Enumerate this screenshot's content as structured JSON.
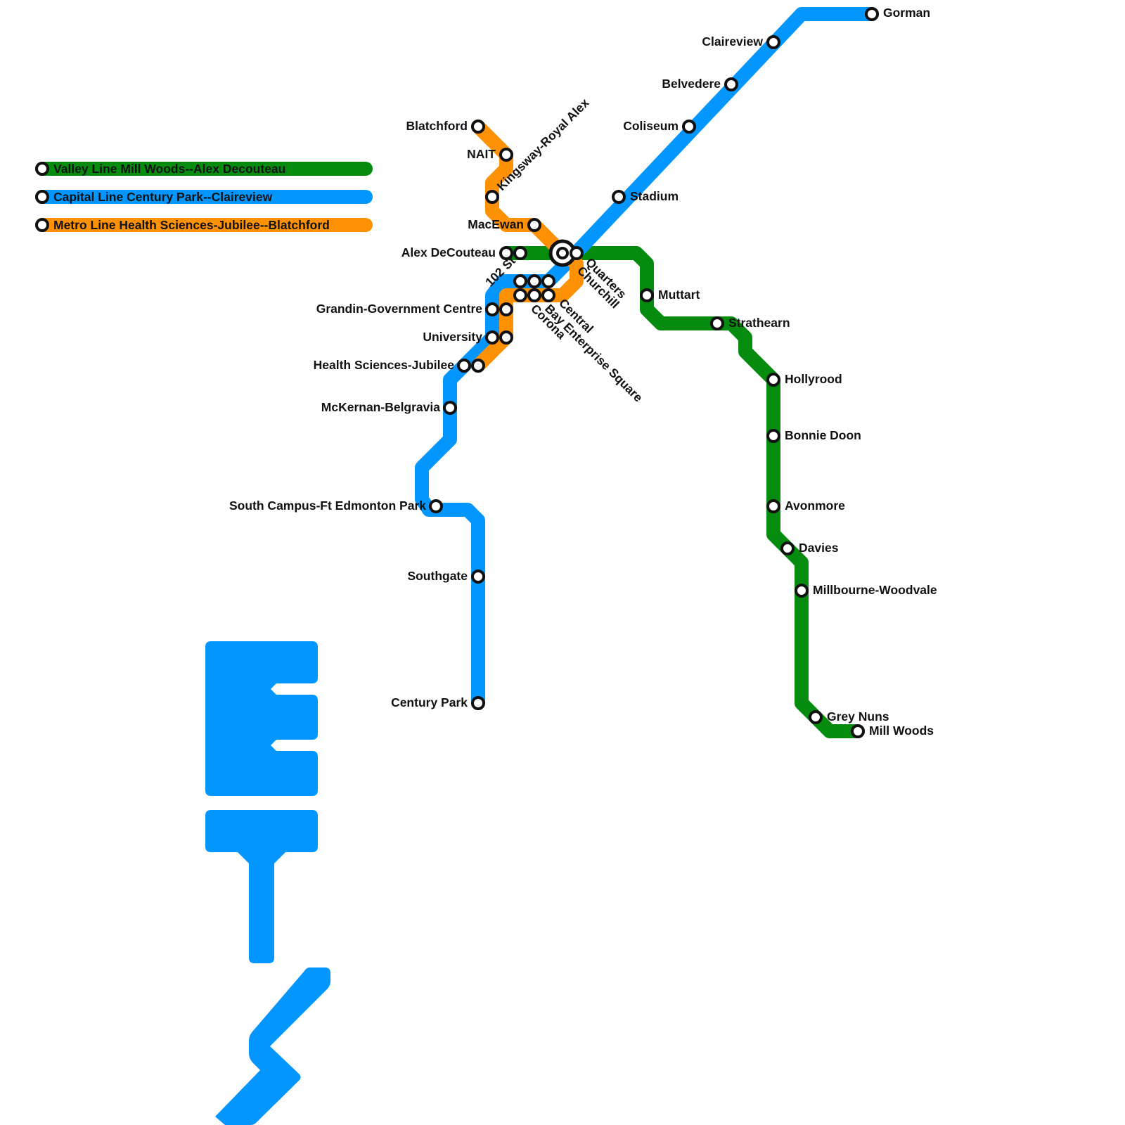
{
  "colors": {
    "valley": "#058C0E",
    "capital": "#0396FF",
    "metro": "#FF9104",
    "station_fill": "#ffffff",
    "station_stroke": "#111111"
  },
  "legend": [
    {
      "id": "valley",
      "label": "Valley Line Mill Woods--Alex Decouteau"
    },
    {
      "id": "capital",
      "label": "Capital Line Century Park--Claireview"
    },
    {
      "id": "metro",
      "label": "Metro Line Health Sciences-Jubilee--Blatchford"
    }
  ],
  "stations": {
    "gorman": "Gorman",
    "claireview": "Claireview",
    "belvedere": "Belvedere",
    "coliseum": "Coliseum",
    "stadium": "Stadium",
    "blatchford": "Blatchford",
    "nait": "NAIT",
    "kingsway": "Kingsway-Royal Alex",
    "macewan": "MacEwan",
    "alex_decouteau": "Alex DeCouteau",
    "st102": "102 St",
    "quarters": "Quarters",
    "churchill": "Churchill",
    "central": "Central",
    "bay_enterprise": "Bay Enterprise Square",
    "corona": "Corona",
    "grandin": "Grandin-Government Centre",
    "university": "University",
    "health_sciences": "Health Sciences-Jubilee",
    "mckernan": "McKernan-Belgravia",
    "south_campus": "South Campus-Ft Edmonton Park",
    "southgate": "Southgate",
    "century_park": "Century Park",
    "muttart": "Muttart",
    "strathearn": "Strathearn",
    "hollyrood": "Hollyrood",
    "bonnie_doon": "Bonnie Doon",
    "avonmore": "Avonmore",
    "davies": "Davies",
    "millbourne": "Millbourne-Woodvale",
    "grey_nuns": "Grey Nuns",
    "mill_woods": "Mill Woods"
  },
  "logo": {
    "icon": "ets-logo",
    "color": "#0396FF"
  }
}
